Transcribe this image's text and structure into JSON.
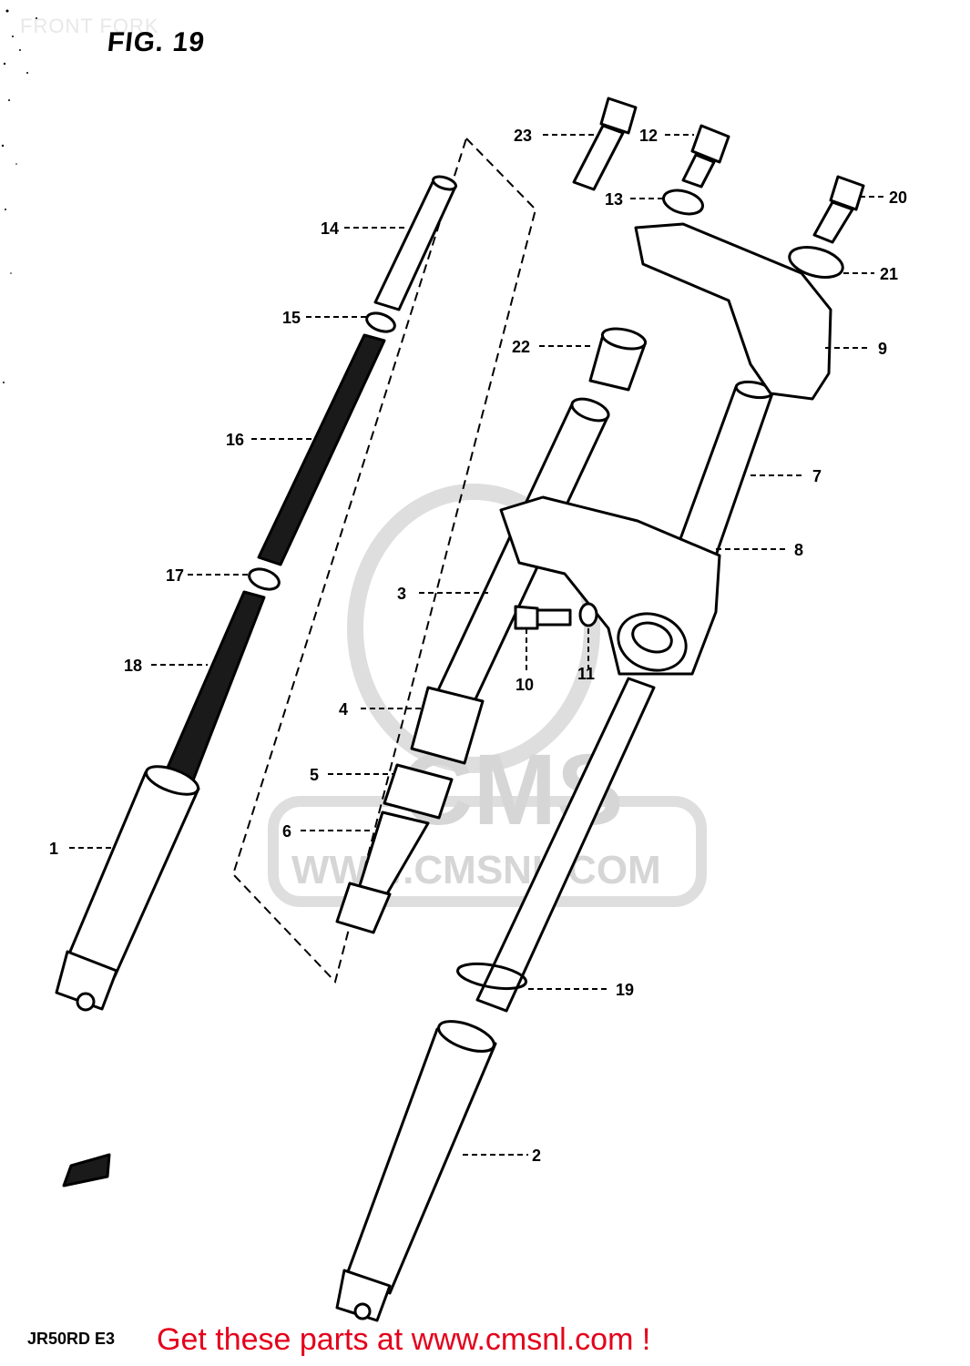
{
  "header": {
    "title": "FRONT FORK",
    "figure": "FIG. 19"
  },
  "footer": {
    "model": "JR50RD E3",
    "promo": "Get these parts at www.cmsnl.com !"
  },
  "watermark": {
    "brand": "CMS",
    "url": "WWW.CMSNL.COM"
  },
  "callouts": [
    "1",
    "2",
    "3",
    "4",
    "5",
    "6",
    "7",
    "8",
    "9",
    "10",
    "11",
    "12",
    "13",
    "14",
    "15",
    "16",
    "17",
    "18",
    "19",
    "20",
    "21",
    "22",
    "23"
  ],
  "colors": {
    "promo": "#e4001b",
    "line": "#000000",
    "watermark": "#d6d6d6"
  }
}
